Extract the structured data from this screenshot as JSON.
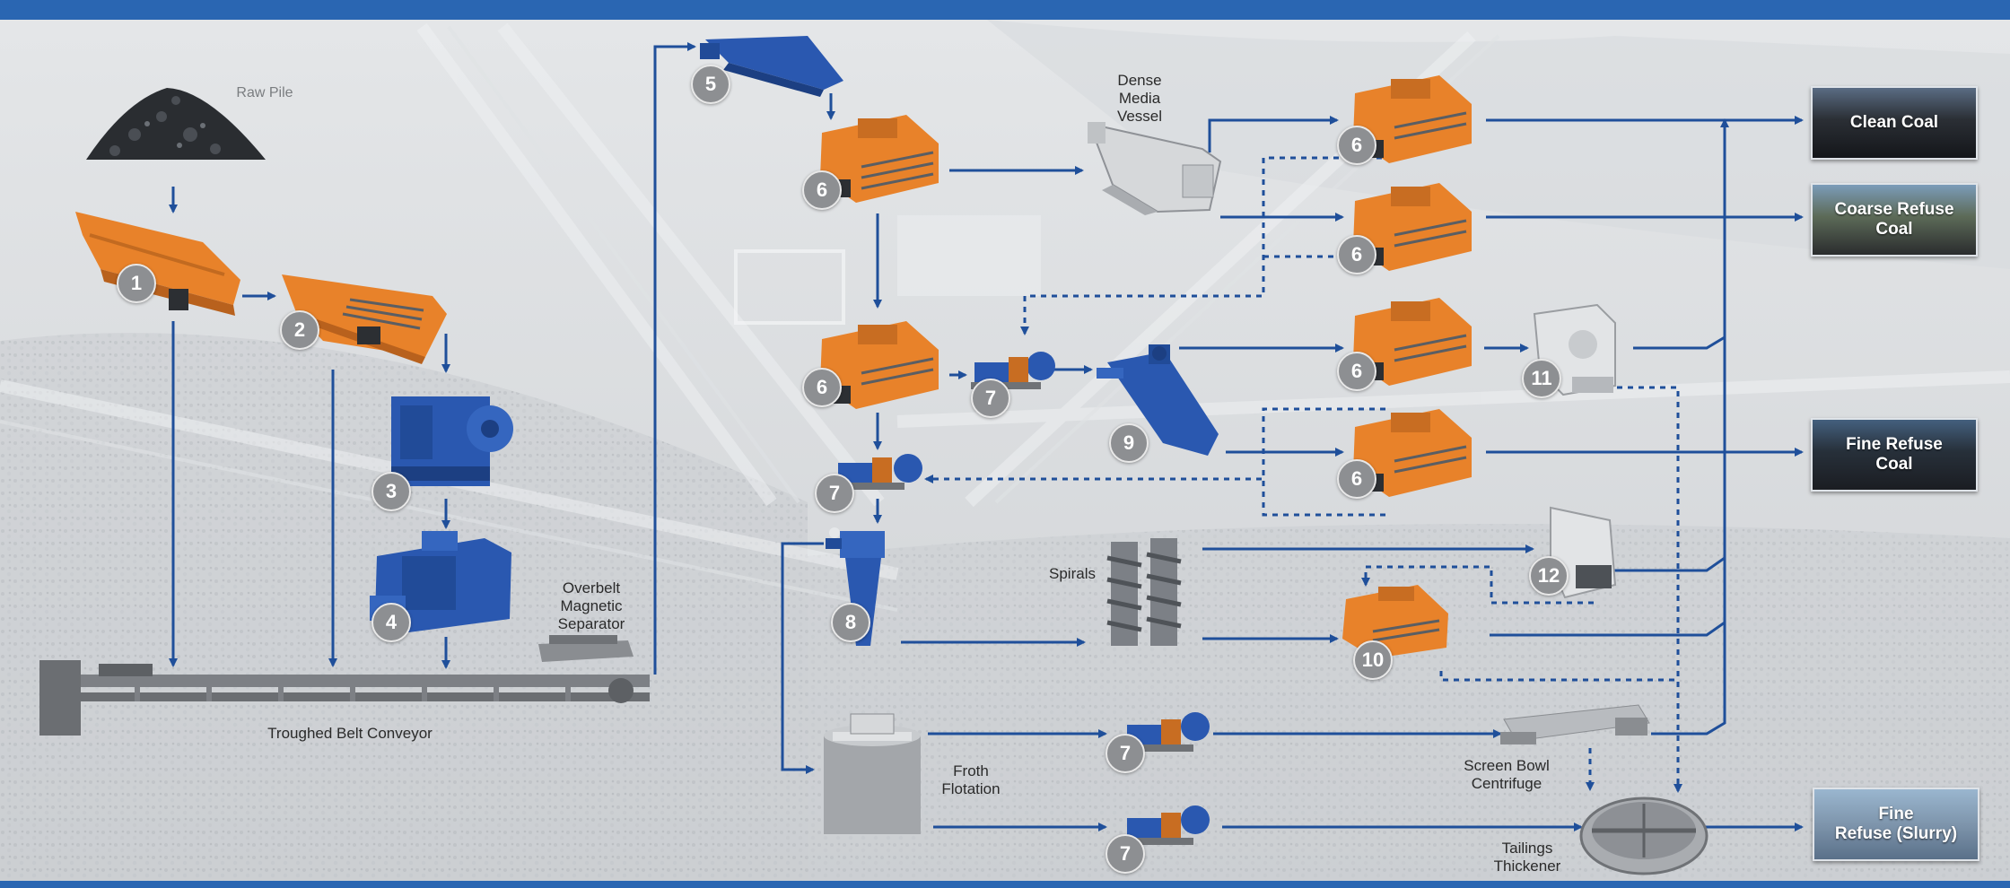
{
  "labels": {
    "raw_pile": "Raw Pile",
    "dense_media_vessel": "Dense\nMedia\nVessel",
    "spirals": "Spirals",
    "overbelt_magnetic_separator": "Overbelt\nMagnetic\nSeparator",
    "troughed_belt_conveyor": "Troughed Belt Conveyor",
    "froth_flotation": "Froth\nFlotation",
    "screen_bowl_centrifuge": "Screen Bowl\nCentrifuge",
    "tailings_thickener": "Tailings\nThickener"
  },
  "outputs": {
    "clean_coal": "Clean Coal",
    "coarse_refuse_coal": "Coarse Refuse\nCoal",
    "fine_refuse_coal": "Fine Refuse\nCoal",
    "fine_refuse_slurry": "Fine\nRefuse (Slurry)"
  },
  "numbers": {
    "n1": "1",
    "n2": "2",
    "n3": "3",
    "n4": "4",
    "n5": "5",
    "n6a": "6",
    "n6b": "6",
    "n6c": "6",
    "n6d": "6",
    "n6e": "6",
    "n6f": "6",
    "n7a": "7",
    "n7b": "7",
    "n7c": "7",
    "n7d": "7",
    "n8": "8",
    "n9": "9",
    "n10": "10",
    "n11": "11",
    "n12": "12"
  },
  "colors": {
    "flow_line": "#1f4f9a",
    "equipment_orange": "#e8822a",
    "equipment_blue": "#2a58b0",
    "header_bar": "#2a66b2"
  }
}
